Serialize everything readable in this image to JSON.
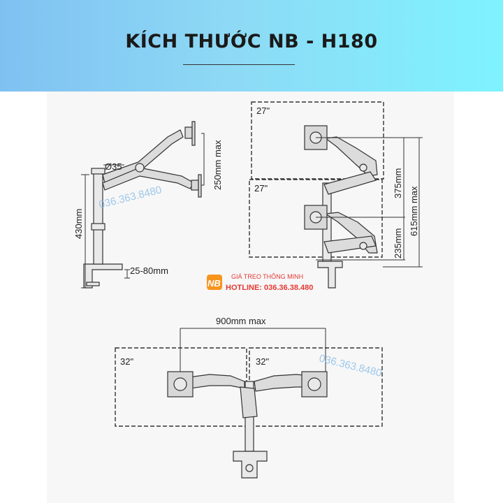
{
  "header": {
    "title": "KÍCH THƯỚC NB - H180"
  },
  "side_view": {
    "diameter": "Ø35",
    "pole_height": "430mm",
    "arm_height": "250mm max",
    "clamp_range": "25-80mm"
  },
  "stack_view": {
    "top_screen": "27\"",
    "bottom_screen": "27\"",
    "upper_gap": "375mm",
    "lower_gap": "235mm",
    "total_height": "615mm max"
  },
  "top_view": {
    "span": "900mm max",
    "left_screen": "32\"",
    "right_screen": "32\""
  },
  "watermarks": {
    "phone_1": "036.363.8480",
    "phone_2": "036.363.8480"
  },
  "brand": {
    "logo_text": "NB",
    "name": "GIÁ TREO THÔNG MINH",
    "hotline": "HOTLINE: 036.36.38.480",
    "logo_color": "#f7941d",
    "text_color": "#e53935"
  }
}
